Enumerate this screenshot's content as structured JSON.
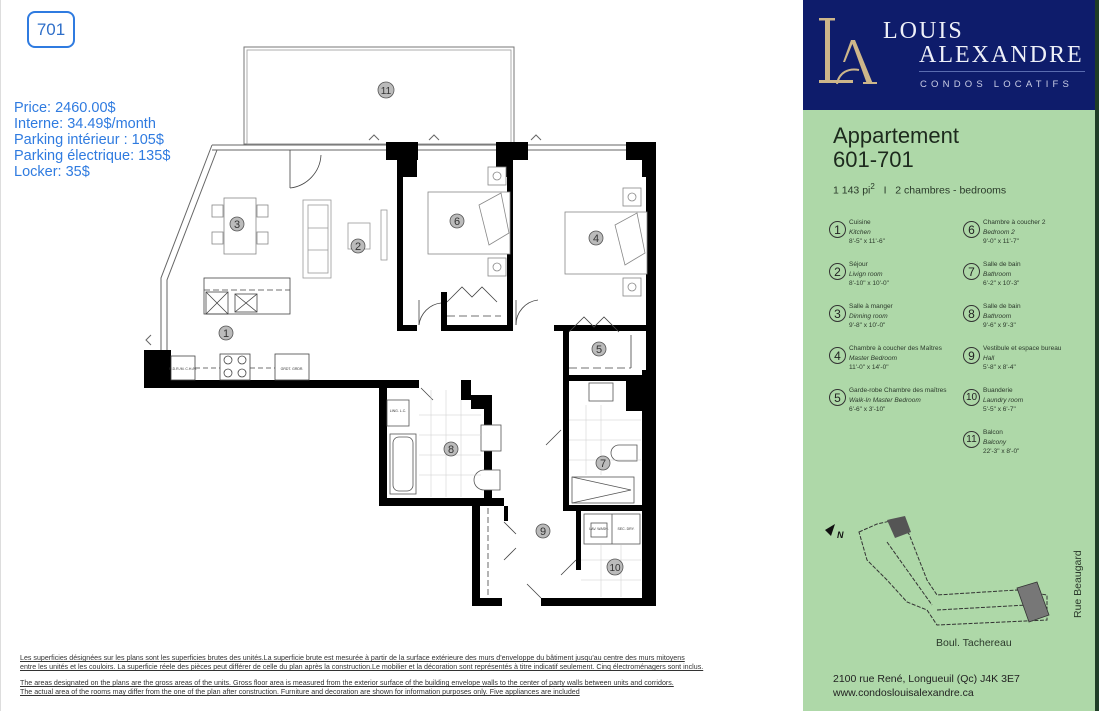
{
  "unit": {
    "number": "701"
  },
  "pricing": {
    "price": "Price: 2460.00$",
    "interne": "Interne: 34.49$/month",
    "parking_interieur": "Parking intérieur : 105$",
    "parking_electrique": "Parking électrique: 135$",
    "locker": "Locker: 35$"
  },
  "plan_labels": [
    "1",
    "2",
    "3",
    "4",
    "5",
    "6",
    "7",
    "8",
    "9",
    "10",
    "11"
  ],
  "plan_appliances": {
    "fridge": "R.D.R./M. C.H./N.",
    "oven": "",
    "dishwasher": "L.V. D.H.",
    "cabinet": "GRDT. GRDR.",
    "linen": "LING. L.C.",
    "washer": "LAV. WASH.",
    "dryer": "SEC. DRY."
  },
  "disclaimer": {
    "fr_line1": "Les superficies désignées sur les plans sont les superficies brutes des unités.La superficie brute est mesurée à partir de la surface extérieure des murs d'enveloppe du bâtiment jusqu'au centre des murs mitoyens",
    "fr_line2": "entre les unités et les couloirs. La superficie réele des pièces peut différer de celle du plan après la construction.Le mobilier et la décoration sont représentés à titre indicatif seulement. Cinq électroménagers sont inclus.",
    "en_line1": "The areas designated on the plans are the gross areas of the units. Gross floor area is measured from the exterior surface of the building envelope walls to the center of party walls between units and corridors.",
    "en_line2": "The actual area of the rooms may differ from the one of the plan after construction. Furniture and decoration are shown for information purposes only. Five appliances are included"
  },
  "brand": {
    "monogram": "LA",
    "name_line1": "LOUIS",
    "name_line2": "ALEXANDRE",
    "tagline": "CONDOS LOCATIFS",
    "colors": {
      "navy": "#0e1c6b",
      "gold": "#cdb68a",
      "green": "#aed8a8",
      "accent_blue": "#2f7be0"
    }
  },
  "apartment": {
    "title_line1": "Appartement",
    "title_line2": "601-701",
    "area": "1 143 pi",
    "area_sup": "2",
    "separator": "I",
    "bedrooms": "2 chambres - bedrooms"
  },
  "rooms": [
    {
      "num": "1",
      "fr": "Cuisine",
      "en": "Kitchen",
      "dim": "8'-5\" x 11'-6\""
    },
    {
      "num": "2",
      "fr": "Séjour",
      "en": "Livign room",
      "dim": "8'-10\" x 10'-0\""
    },
    {
      "num": "3",
      "fr": "Salle à manger",
      "en": "Dinning room",
      "dim": "9'-8\" x 10'-0\""
    },
    {
      "num": "4",
      "fr": "Chambre à coucher des Maîtres",
      "en": "Master Bedroom",
      "dim": "11'-0\" x 14'-0\""
    },
    {
      "num": "5",
      "fr": "Garde-robe Chambre des maîtres",
      "en": "Walk-In Master Bedroom",
      "dim": "6'-6\" x 3'-10\""
    },
    {
      "num": "6",
      "fr": "Chambre à coucher 2",
      "en": "Bedroom 2",
      "dim": "9'-0\" x 11'-7\""
    },
    {
      "num": "7",
      "fr": "Salle de bain",
      "en": "Bathroom",
      "dim": "6'-2\" x 10'-3\""
    },
    {
      "num": "8",
      "fr": "Salle de bain",
      "en": "Bathroom",
      "dim": "9'-6\" x 9'-3\""
    },
    {
      "num": "9",
      "fr": "Vestibule et espace bureau",
      "en": "Hall",
      "dim": "5'-8\" x 8'-4\""
    },
    {
      "num": "10",
      "fr": "Buanderie",
      "en": "Laundry room",
      "dim": "5'-5\" x 6'-7\""
    },
    {
      "num": "11",
      "fr": "Balcon",
      "en": "Balcony",
      "dim": "22'-3\" x 8'-0\""
    }
  ],
  "site": {
    "north": "N",
    "street_bottom": "Boul. Tachereau",
    "street_right": "Rue Beaugard"
  },
  "address": {
    "line1": "2100 rue René, Longueuil (Qc) J4K 3E7",
    "line2": "www.condoslouisalexandre.ca"
  }
}
